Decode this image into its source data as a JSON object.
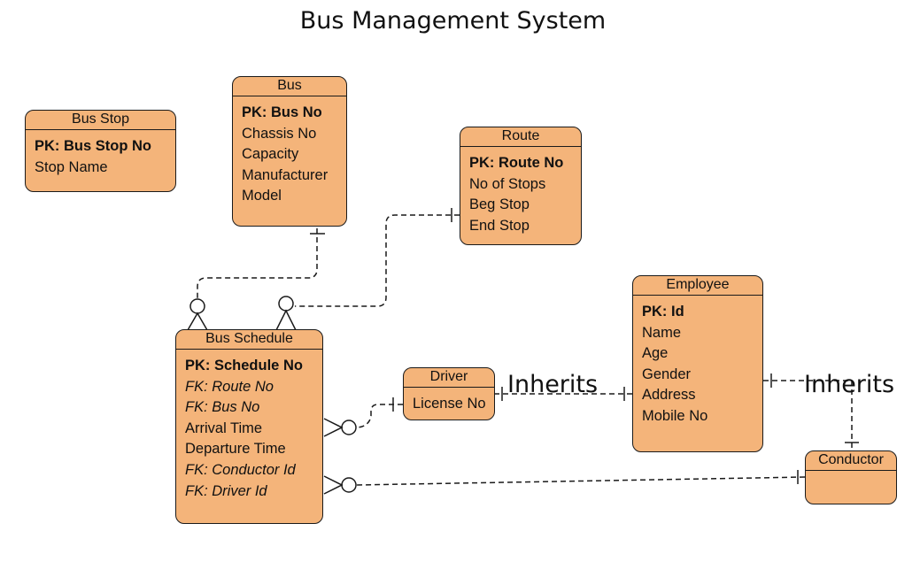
{
  "title": "Bus Management System",
  "entities": {
    "bus_stop": {
      "name": "Bus Stop",
      "attributes": [
        {
          "text": "PK: Bus Stop No",
          "kind": "pk"
        },
        {
          "text": "Stop Name",
          "kind": "plain"
        }
      ]
    },
    "bus": {
      "name": "Bus",
      "attributes": [
        {
          "text": "PK: Bus No",
          "kind": "pk"
        },
        {
          "text": "Chassis No",
          "kind": "plain"
        },
        {
          "text": "Capacity",
          "kind": "plain"
        },
        {
          "text": "Manufacturer",
          "kind": "plain"
        },
        {
          "text": "Model",
          "kind": "plain"
        }
      ]
    },
    "route": {
      "name": "Route",
      "attributes": [
        {
          "text": "PK: Route No",
          "kind": "pk"
        },
        {
          "text": "No of Stops",
          "kind": "plain"
        },
        {
          "text": "Beg Stop",
          "kind": "plain"
        },
        {
          "text": "End Stop",
          "kind": "plain"
        }
      ]
    },
    "employee": {
      "name": "Employee",
      "attributes": [
        {
          "text": "PK: Id",
          "kind": "pk"
        },
        {
          "text": "Name",
          "kind": "plain"
        },
        {
          "text": "Age",
          "kind": "plain"
        },
        {
          "text": "Gender",
          "kind": "plain"
        },
        {
          "text": "Address",
          "kind": "plain"
        },
        {
          "text": "Mobile No",
          "kind": "plain"
        }
      ]
    },
    "bus_schedule": {
      "name": "Bus Schedule",
      "attributes": [
        {
          "text": "PK: Schedule No",
          "kind": "pk"
        },
        {
          "text": "FK: Route No",
          "kind": "fk"
        },
        {
          "text": "FK: Bus No",
          "kind": "fk"
        },
        {
          "text": "Arrival Time",
          "kind": "plain"
        },
        {
          "text": "Departure Time",
          "kind": "plain"
        },
        {
          "text": "FK: Conductor Id",
          "kind": "fk"
        },
        {
          "text": "FK: Driver Id",
          "kind": "fk"
        }
      ]
    },
    "driver": {
      "name": "Driver",
      "attributes": [
        {
          "text": "License No",
          "kind": "plain"
        }
      ]
    },
    "conductor": {
      "name": "Conductor",
      "attributes": []
    }
  },
  "relationships": [
    {
      "from": "Bus",
      "to": "Bus Schedule",
      "from_cardinality": "one",
      "to_cardinality": "zero-or-many",
      "style": "dashed"
    },
    {
      "from": "Route",
      "to": "Bus Schedule",
      "from_cardinality": "one",
      "to_cardinality": "zero-or-many",
      "style": "dashed"
    },
    {
      "from": "Driver",
      "to": "Bus Schedule",
      "from_cardinality": "one",
      "to_cardinality": "zero-or-many",
      "style": "dashed"
    },
    {
      "from": "Conductor",
      "to": "Bus Schedule",
      "from_cardinality": "one",
      "to_cardinality": "zero-or-many",
      "style": "dashed"
    },
    {
      "from": "Driver",
      "to": "Employee",
      "label": "Inherits",
      "style": "dashed"
    },
    {
      "from": "Conductor",
      "to": "Employee",
      "label": "Inherits",
      "style": "dashed"
    }
  ],
  "colors": {
    "entity_fill": "#f4b47a",
    "stroke": "#1a1a1a"
  }
}
